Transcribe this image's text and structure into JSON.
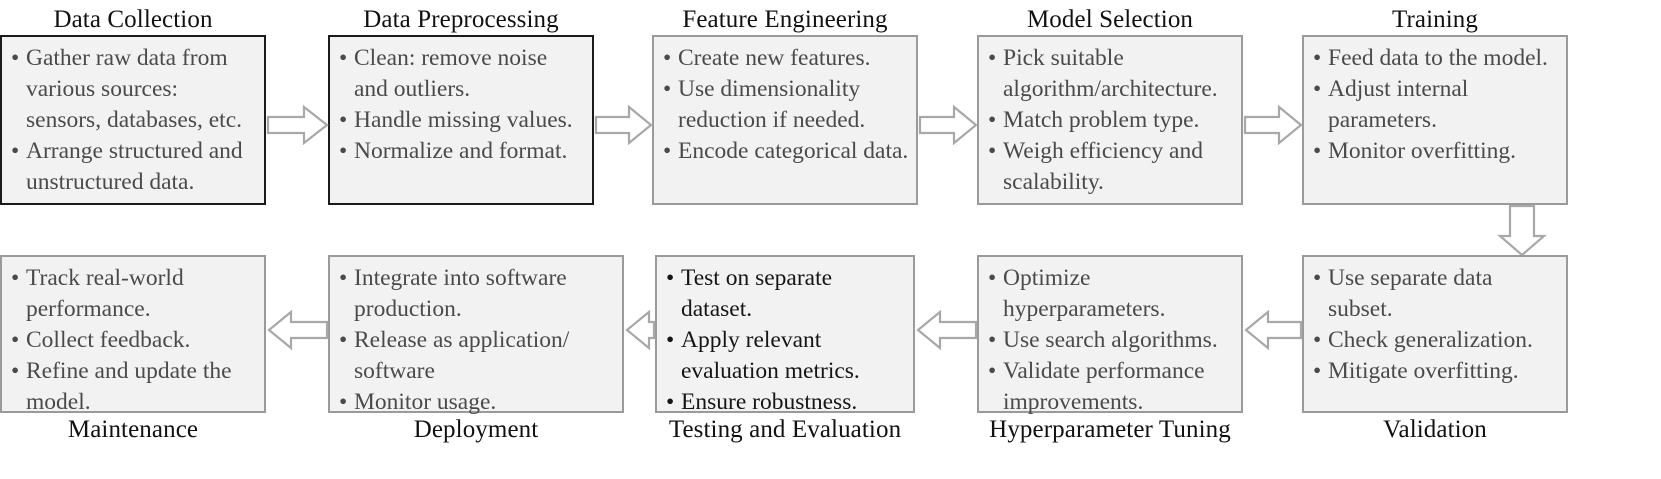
{
  "diagram": {
    "title": "Machine Learning Pipeline Flowchart",
    "fill_color": "#f2f2f2",
    "border_color": "#9a9a9a",
    "border_color_dark": "#1b1b1b",
    "text_color": "#4a4a4a",
    "text_color_strong": "#151515",
    "arrow_color": "#a8a8a8"
  },
  "top_row": [
    {
      "label": "Data Collection",
      "label_position": "above",
      "items": [
        "Gather raw data from various sources: sensors, databases, etc.",
        "Arrange structured and unstructured data."
      ]
    },
    {
      "label": "Data Preprocessing",
      "label_position": "above",
      "items": [
        "Clean: remove noise and outliers.",
        "Handle missing values.",
        "Normalize and format."
      ]
    },
    {
      "label": "Feature Engineering",
      "label_position": "above",
      "items": [
        "Create new features.",
        "Use dimensionality reduction if needed.",
        "Encode categorical data."
      ]
    },
    {
      "label": "Model Selection",
      "label_position": "above",
      "items": [
        "Pick suitable algorithm/architecture.",
        "Match problem type.",
        "Weigh efficiency and scalability."
      ]
    },
    {
      "label": "Training",
      "label_position": "above",
      "items": [
        "Feed data to the model.",
        "Adjust internal parameters.",
        "Monitor overfitting."
      ]
    }
  ],
  "bottom_row": [
    {
      "label": "Maintenance",
      "label_position": "below",
      "items": [
        "Track real-world performance.",
        "Collect feedback.",
        "Refine and update the model."
      ]
    },
    {
      "label": "Deployment",
      "label_position": "below",
      "items": [
        "Integrate into software production.",
        "Release as application/ software",
        "Monitor usage."
      ]
    },
    {
      "label": "Testing and Evaluation",
      "label_position": "below",
      "items": [
        "Test on separate dataset.",
        "Apply relevant evaluation metrics.",
        "Ensure robustness."
      ]
    },
    {
      "label": "Hyperparameter Tuning",
      "label_position": "below",
      "items": [
        "Optimize hyperparameters.",
        "Use search algorithms.",
        "Validate performance improvements."
      ]
    },
    {
      "label": "Validation",
      "label_position": "below",
      "items": [
        "Use separate data subset.",
        "Check generalization.",
        "Mitigate overfitting."
      ]
    }
  ],
  "connectors": [
    {
      "name": "data-collection-to-data-preprocessing",
      "direction": "right"
    },
    {
      "name": "data-preprocessing-to-feature-engineering",
      "direction": "right"
    },
    {
      "name": "feature-engineering-to-model-selection",
      "direction": "right"
    },
    {
      "name": "model-selection-to-training",
      "direction": "right"
    },
    {
      "name": "training-to-validation",
      "direction": "down"
    },
    {
      "name": "validation-to-hyperparameter-tuning",
      "direction": "left"
    },
    {
      "name": "hyperparameter-tuning-to-testing-and-evaluation",
      "direction": "left"
    },
    {
      "name": "testing-and-evaluation-to-deployment",
      "direction": "left"
    },
    {
      "name": "deployment-to-maintenance",
      "direction": "left"
    }
  ]
}
